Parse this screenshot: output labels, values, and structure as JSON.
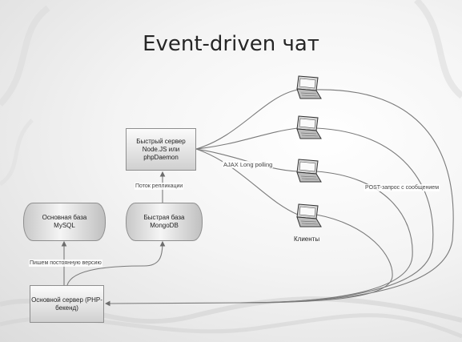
{
  "title": "Event-driven чат",
  "nodes": {
    "fast_server": "Быстрый сервер\nNode.JS или\nphpDaemon",
    "db_mysql": "Основная база\nMySQL",
    "db_mongo": "Быстрая база\nMongoDB",
    "main_server": "Основной сервер (PHP-\nбекенд)"
  },
  "edge_labels": {
    "replication": "Поток репликации",
    "persist": "Пишем постоянную версию",
    "ajax": "AJAX Long polling",
    "post": "POST-запрос с сообщением"
  },
  "clients_label": "Клиенты",
  "icons": [
    "laptop-icon",
    "laptop-icon",
    "laptop-icon",
    "laptop-icon"
  ]
}
